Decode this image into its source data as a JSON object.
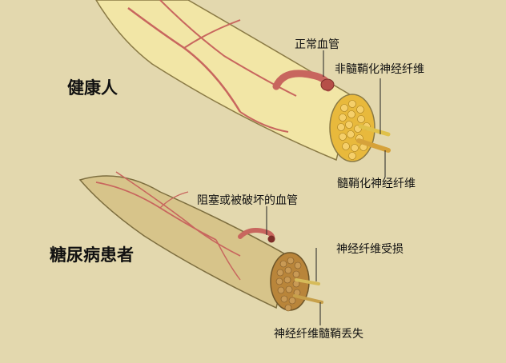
{
  "healthy": {
    "title": "健康人",
    "label_blood_vessel": "正常血管",
    "label_unmyelinated": "非髓鞘化神经纤维",
    "label_myelinated": "髓鞘化神经纤维"
  },
  "diabetic": {
    "title": "糖尿病患者",
    "label_blocked_vessel": "阻塞或被破坏的血管",
    "label_damaged_fiber": "神经纤维受损",
    "label_myelin_loss": "神经纤维髓鞘丢失"
  },
  "colors": {
    "background": "#e3d8ae",
    "healthy_nerve": "#f2e6a6",
    "diabetic_nerve": "#d7c48a",
    "vessel": "#c8665e",
    "fascicle_healthy": "#e8b93c",
    "fascicle_diabetic": "#b9853a"
  }
}
